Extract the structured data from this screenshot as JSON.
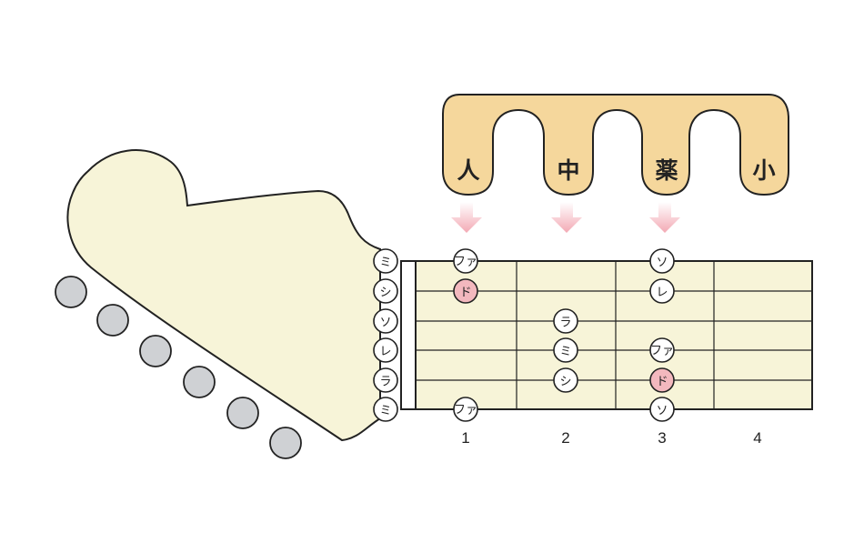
{
  "open_strings": [
    "ミ",
    "シ",
    "ソ",
    "レ",
    "ラ",
    "ミ"
  ],
  "fret_numbers": [
    "1",
    "2",
    "3",
    "4"
  ],
  "fingers": [
    {
      "label": "人",
      "arrow": true
    },
    {
      "label": "中",
      "arrow": true
    },
    {
      "label": "薬",
      "arrow": true
    },
    {
      "label": "小",
      "arrow": false
    }
  ],
  "notes": [
    {
      "string": 1,
      "fret": 1,
      "label": "ファ",
      "root": false
    },
    {
      "string": 2,
      "fret": 1,
      "label": "ド",
      "root": true
    },
    {
      "string": 6,
      "fret": 1,
      "label": "ファ",
      "root": false
    },
    {
      "string": 3,
      "fret": 2,
      "label": "ラ",
      "root": false
    },
    {
      "string": 4,
      "fret": 2,
      "label": "ミ",
      "root": false
    },
    {
      "string": 5,
      "fret": 2,
      "label": "シ",
      "root": false
    },
    {
      "string": 1,
      "fret": 3,
      "label": "ソ",
      "root": false
    },
    {
      "string": 2,
      "fret": 3,
      "label": "レ",
      "root": false
    },
    {
      "string": 4,
      "fret": 3,
      "label": "ファ",
      "root": false
    },
    {
      "string": 5,
      "fret": 3,
      "label": "ド",
      "root": true
    },
    {
      "string": 6,
      "fret": 3,
      "label": "ソ",
      "root": false
    }
  ],
  "colors": {
    "headstock": "#f7f4d8",
    "fretboard": "#f7f4d8",
    "hand": "#f5d79c",
    "root_note": "#f3b8be",
    "note": "#ffffff",
    "arrow": "#f3a9b4",
    "peg": "#cfd1d4",
    "outline": "#222222"
  }
}
